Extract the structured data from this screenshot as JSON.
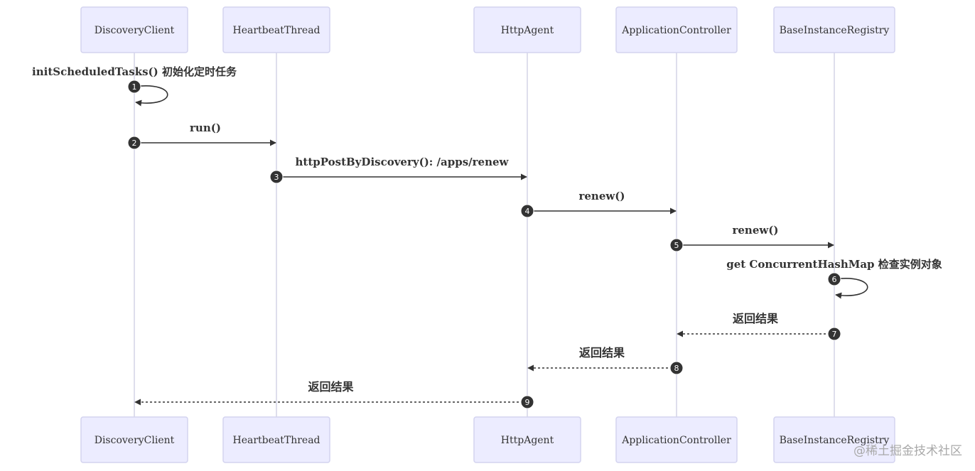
{
  "diagram": {
    "type": "sequence",
    "participants": [
      {
        "id": "dc",
        "label": "DiscoveryClient"
      },
      {
        "id": "hb",
        "label": "HeartbeatThread"
      },
      {
        "id": "ha",
        "label": "HttpAgent"
      },
      {
        "id": "ac",
        "label": "ApplicationController"
      },
      {
        "id": "bir",
        "label": "BaseInstanceRegistry"
      }
    ],
    "messages": [
      {
        "num": "1",
        "from": "dc",
        "to": "dc",
        "label": "initScheduledTasks() 初始化定时任务",
        "style": "solid"
      },
      {
        "num": "2",
        "from": "dc",
        "to": "hb",
        "label": "run()",
        "style": "solid"
      },
      {
        "num": "3",
        "from": "hb",
        "to": "ha",
        "label": "httpPostByDiscovery(): /apps/renew",
        "style": "solid"
      },
      {
        "num": "4",
        "from": "ha",
        "to": "ac",
        "label": "renew()",
        "style": "solid"
      },
      {
        "num": "5",
        "from": "ac",
        "to": "bir",
        "label": "renew()",
        "style": "solid"
      },
      {
        "num": "6",
        "from": "bir",
        "to": "bir",
        "label": "get ConcurrentHashMap 检查实例对象",
        "style": "solid"
      },
      {
        "num": "7",
        "from": "bir",
        "to": "ac",
        "label": "返回结果",
        "style": "dashed"
      },
      {
        "num": "8",
        "from": "ac",
        "to": "ha",
        "label": "返回结果",
        "style": "dashed"
      },
      {
        "num": "9",
        "from": "ha",
        "to": "dc",
        "label": "返回结果",
        "style": "dashed"
      }
    ]
  },
  "colors": {
    "box_fill": "#ececff",
    "box_stroke": "#d3d3ef",
    "lifeline": "#d3d3e6",
    "arrow": "#333333",
    "text": "#333333",
    "badge": "#333333"
  },
  "watermark": "@稀土掘金技术社区"
}
